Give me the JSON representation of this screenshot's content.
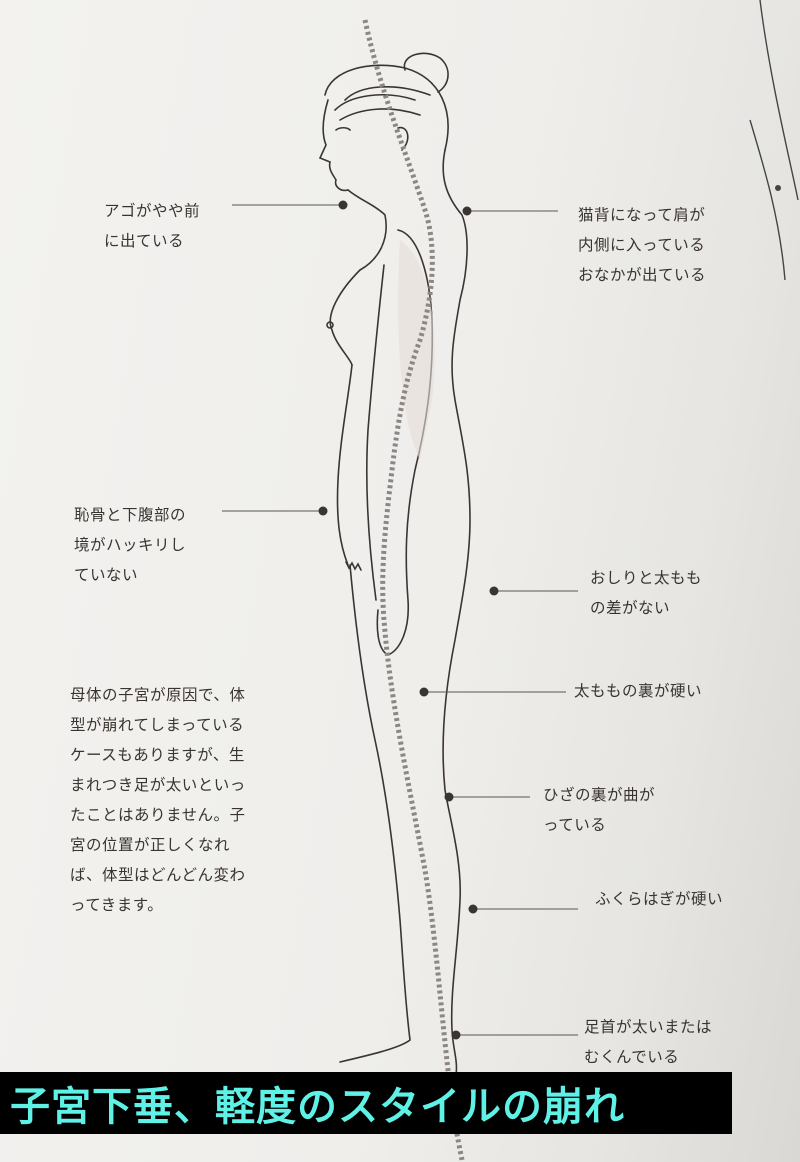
{
  "labels": {
    "chin": "アゴがやや前\nに出ている",
    "back": "猫背になって肩が\n内側に入っている\nおなかが出ている",
    "pubic": "恥骨と下腹部の\n境がハッキリし\nていない",
    "buttocks": "おしりと太もも\nの差がない",
    "thigh_back": "太ももの裏が硬い",
    "knee": "ひざの裏が曲が\nっている",
    "calf": "ふくらはぎが硬い",
    "ankle": "足首が太いまたは\nむくんでいる"
  },
  "paragraph": "母体の子宮が原因で、体\n型が崩れてしまっている\nケースもありますが、生\nまれつき足が太いといっ\nたことはありません。子\n宮の位置が正しくなれ\nば、体型はどんどん変わ\nってきます。",
  "banner_title": "子宮下垂、軽度のスタイルの崩れ"
}
